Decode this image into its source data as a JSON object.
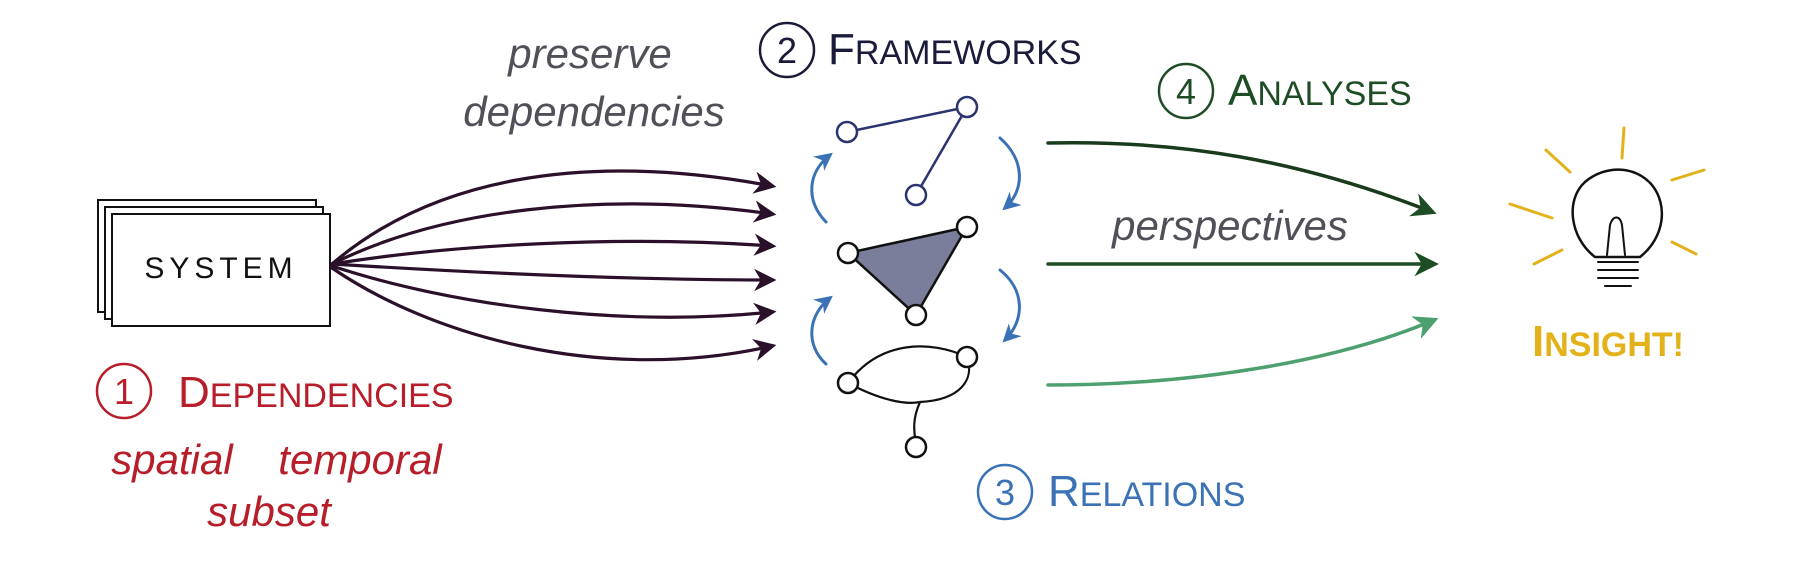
{
  "system": {
    "label": "SYSTEM"
  },
  "dependencies": {
    "number": "1",
    "title_initial": "D",
    "title_rest": "EPENDENCIES",
    "subtypes": [
      "spatial",
      "temporal",
      "subset"
    ]
  },
  "arrows_caption": {
    "line1": "preserve",
    "line2": "dependencies"
  },
  "frameworks": {
    "number": "2",
    "title_initial": "F",
    "title_rest": "RAMEWORKS"
  },
  "relations": {
    "number": "3",
    "title_initial": "R",
    "title_rest": "ELATIONS"
  },
  "analyses": {
    "number": "4",
    "title_initial": "A",
    "title_rest": "NALYSES"
  },
  "perspectives_caption": "perspectives",
  "insight": {
    "title_initial": "I",
    "title_rest": "NSIGHT!"
  },
  "colors": {
    "dependencies": "#b81d2a",
    "frameworks": "#1a1a3a",
    "relations": "#3a72b5",
    "analyses": "#1e4d25",
    "analyses_light": "#4ea070",
    "insight": "#e3b21b",
    "caption_gray": "#505058",
    "arrow_dark": "#2a1028",
    "triangle_fill": "#7a7e9a"
  },
  "icons": [
    "stacked-system-box",
    "line-graph-icon",
    "simplicial-complex-icon",
    "hypergraph-icon",
    "lightbulb-icon"
  ]
}
